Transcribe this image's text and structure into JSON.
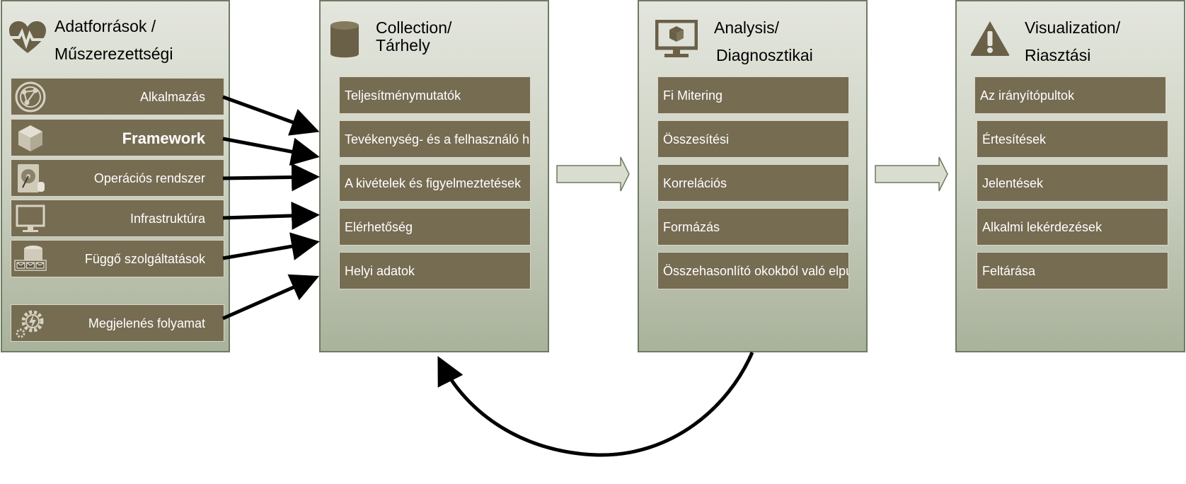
{
  "colors": {
    "panel_border": "#6f7a63",
    "box_fill": "#766c52",
    "icon": "#6a6048",
    "arrow": "#000000"
  },
  "sources": {
    "title_line1": "Adatforrások /",
    "title_line2": "Műszerezettségi",
    "items": [
      {
        "label": "Alkalmazás",
        "icon": "globe-network-icon"
      },
      {
        "label": "Framework",
        "icon": "cube-icon"
      },
      {
        "label": "Operációs rendszer",
        "icon": "hard-drive-icon"
      },
      {
        "label": "Infrastruktúra",
        "icon": "monitor-icon"
      },
      {
        "label": "Függő szolgáltatások",
        "icon": "database-mail-icon"
      },
      {
        "label": "Megjelenés folyamat",
        "icon": "gears-lightning-icon"
      }
    ]
  },
  "collection": {
    "title_line1": "Collection/",
    "title_line2": "Tárhely",
    "title_ghost": "Storage",
    "items": [
      "Teljesítménymutatók",
      "Tevékenység- és a felhasználó haladás",
      "A kivételek és figyelmeztetések",
      "Elérhetőség",
      "Helyi adatok"
    ]
  },
  "analysis": {
    "title_line1": "Analysis/",
    "title_line2": "Diagnosztikai",
    "items": [
      "Fi Mitering",
      "Összesítési",
      "Korrelációs",
      "Formázás",
      "Összehasonlító okokból való elpusztítás"
    ]
  },
  "visualization": {
    "title_line1": "Visualization/",
    "title_line2": "Riasztási",
    "items": [
      "Az irányítópultok",
      "Értesítések",
      "Jelentések",
      "Alkalmi lekérdezések",
      "Feltárása"
    ]
  }
}
